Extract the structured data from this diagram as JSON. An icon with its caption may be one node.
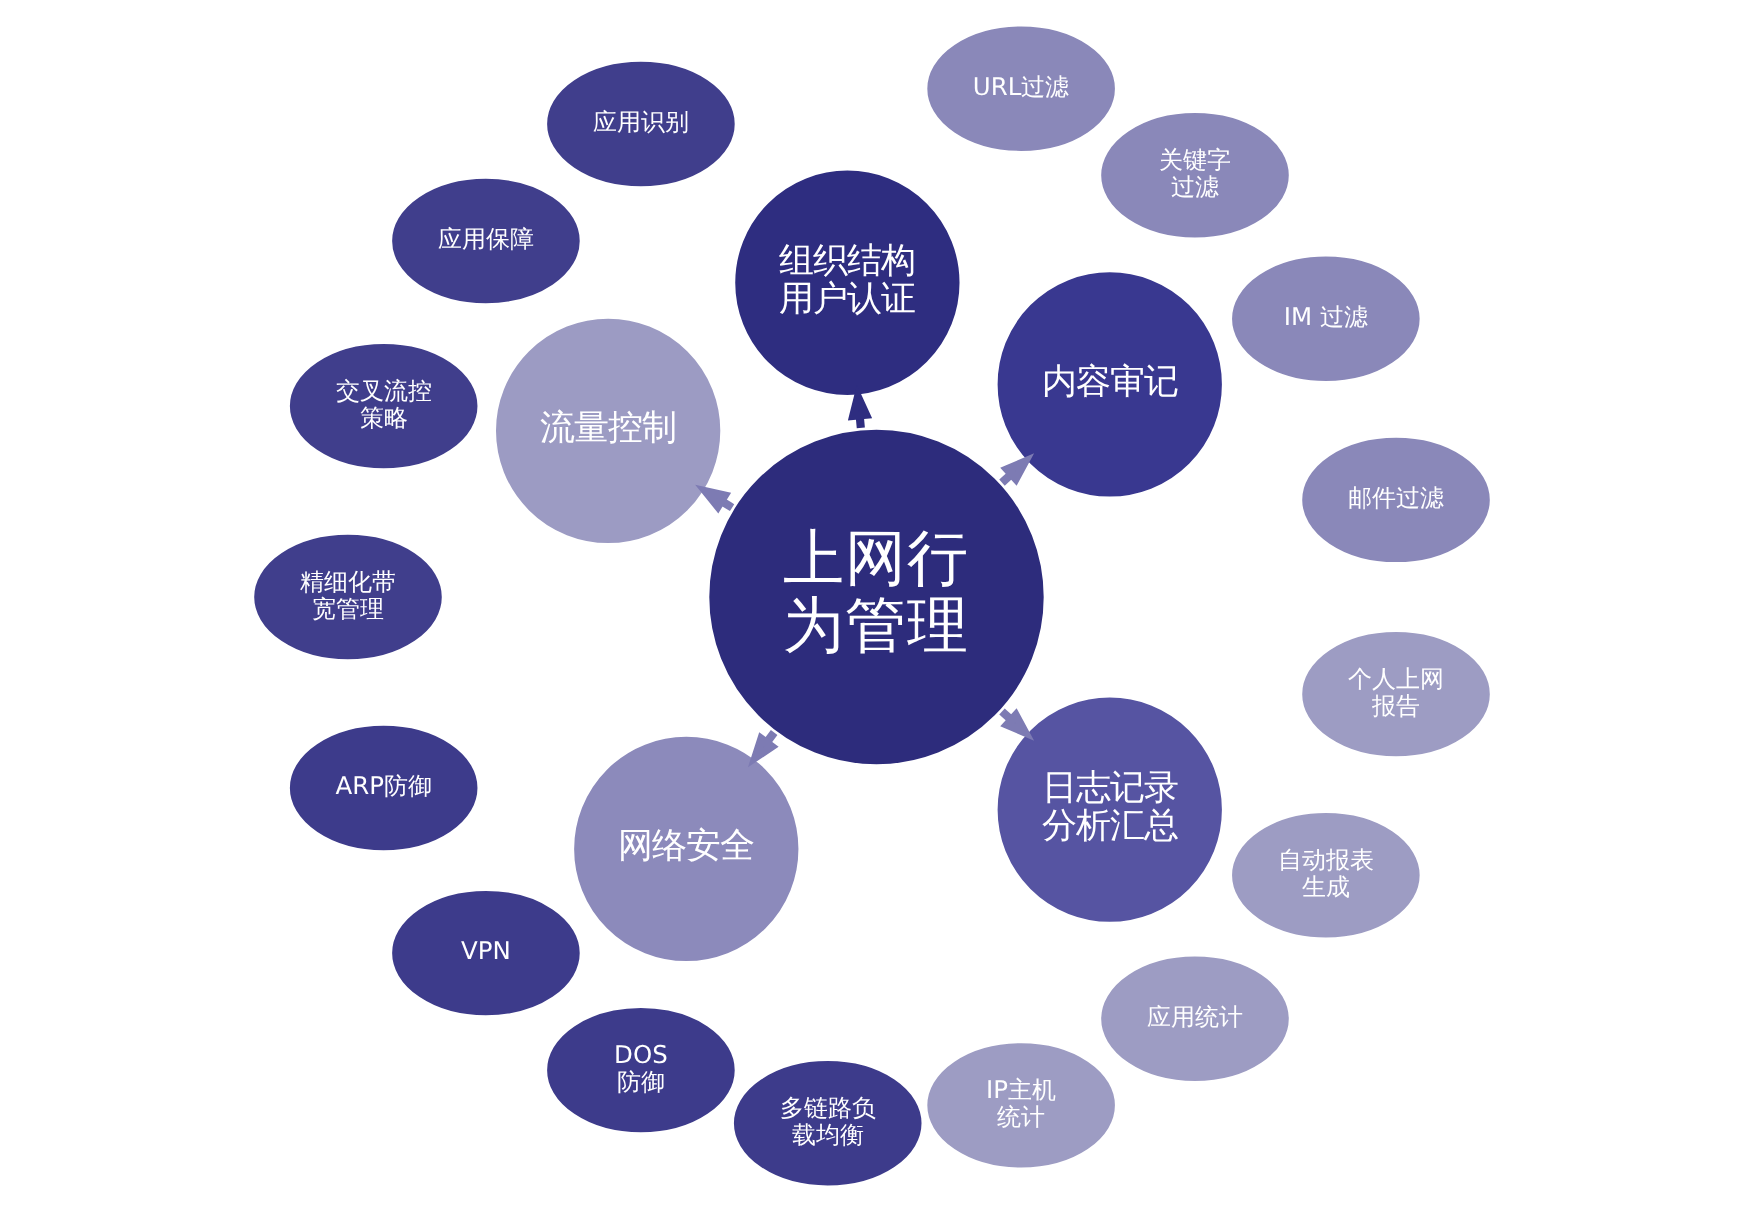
{
  "diagram": {
    "nodes": [
      {
        "text": [
          "上网行为管理"
        ]
      },
      {
        "text": [
          "组织结构用户认证"
        ]
      },
      {
        "text": [
          "内容审记"
        ]
      },
      {
        "text": [
          "URL过滤"
        ]
      },
      {
        "text": [
          "关键字过滤"
        ]
      },
      {
        "text": [
          "IM 过滤"
        ]
      },
      {
        "text": [
          "邮件过滤"
        ]
      },
      {
        "text": [
          "日志记录分析汇总"
        ]
      },
      {
        "text": [
          "个人上网报告"
        ]
      },
      {
        "text": [
          "自动报表生成"
        ]
      },
      {
        "text": [
          "应用统计"
        ]
      },
      {
        "text": [
          "IP主机统计"
        ]
      },
      {
        "text": [
          "网络安全"
        ]
      },
      {
        "text": [
          "多链路负载均衡"
        ]
      },
      {
        "text": [
          "DOS防御"
        ]
      },
      {
        "text": [
          "VPN"
        ]
      },
      {
        "text": [
          "ARP防御"
        ]
      },
      {
        "text": [
          "流量控制"
        ]
      },
      {
        "text": [
          "精细化带宽管理"
        ]
      },
      {
        "text": [
          "交叉流控策略"
        ]
      },
      {
        "text": [
          "应用保障"
        ]
      },
      {
        "text": [
          "应用识别"
        ]
      }
    ],
    "edges": [
      {
        "from": 0,
        "to": 1,
        "arrow": "to",
        "color": "#2e2d80"
      },
      {
        "from": 0,
        "to": 2,
        "arrow": "to"
      },
      {
        "from": 0,
        "to": 7,
        "arrow": "to"
      },
      {
        "from": 0,
        "to": 12,
        "arrow": "to"
      },
      {
        "from": 0,
        "to": 17,
        "arrow": "to"
      }
    ]
  }
}
